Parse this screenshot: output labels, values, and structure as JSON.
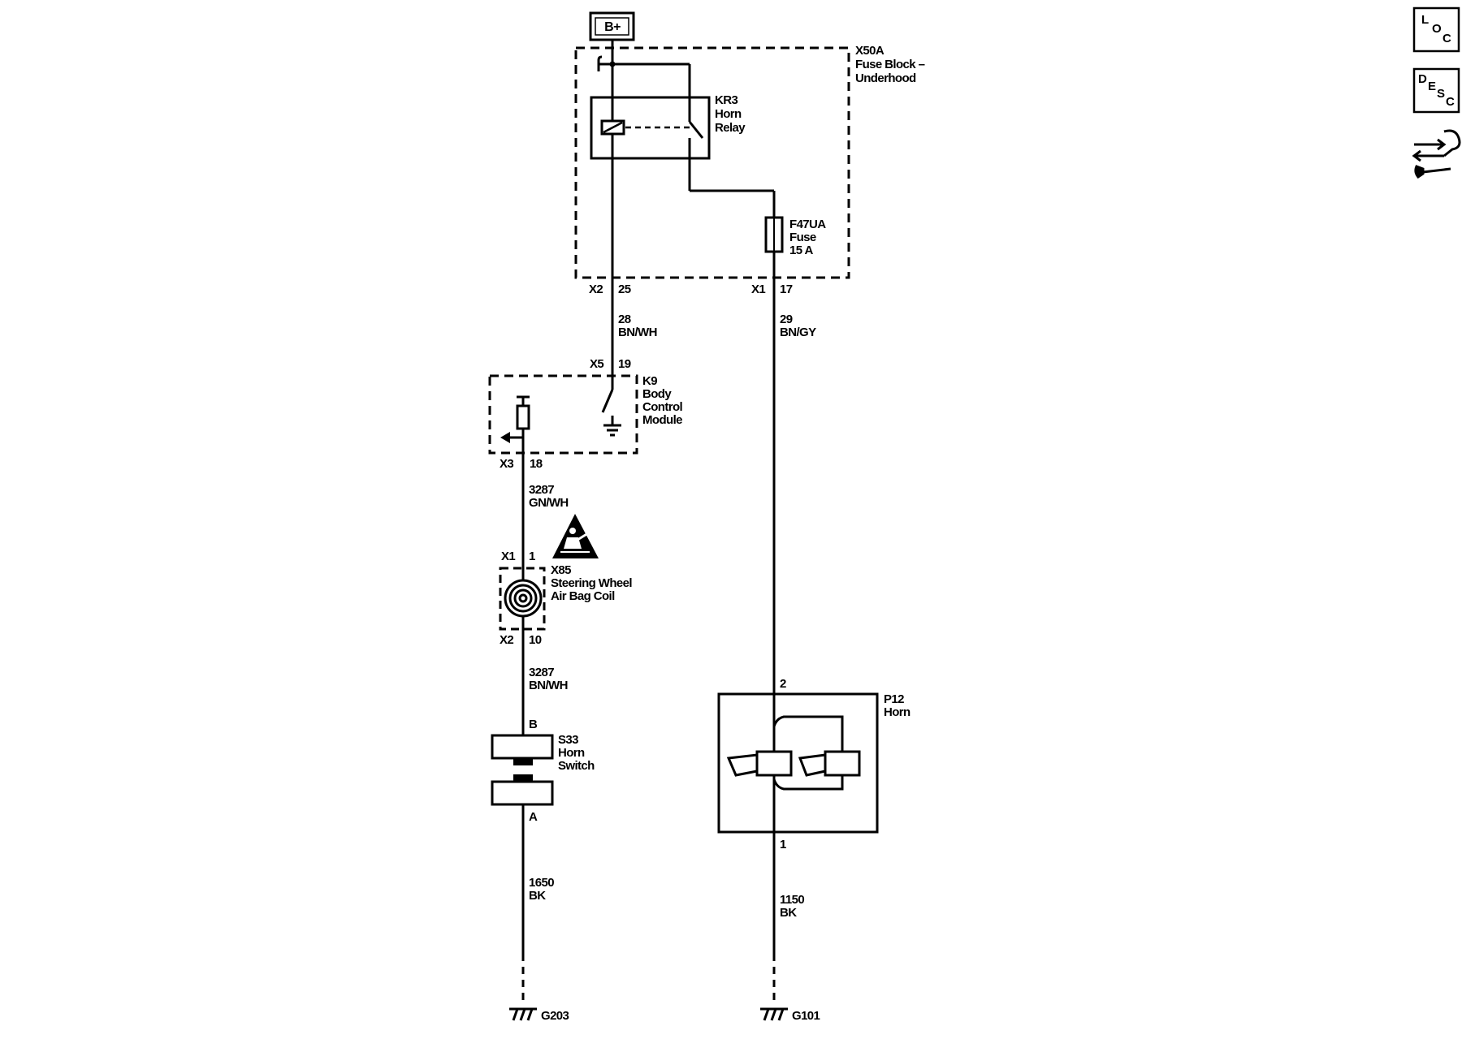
{
  "power_source": "B+",
  "fuse_block": {
    "id": "X50A",
    "name_line1": "Fuse Block –",
    "name_line2": "Underhood"
  },
  "relay": {
    "id": "KR3",
    "name_line1": "Horn",
    "name_line2": "Relay"
  },
  "fuse": {
    "id": "F47UA",
    "name": "Fuse",
    "rating": "15 A"
  },
  "connectors": {
    "fb_x2": {
      "conn": "X2",
      "pin": "25"
    },
    "fb_x1": {
      "conn": "X1",
      "pin": "17"
    },
    "bcm_x5": {
      "conn": "X5",
      "pin": "19"
    },
    "bcm_x3": {
      "conn": "X3",
      "pin": "18"
    },
    "coil_x1": {
      "conn": "X1",
      "pin": "1"
    },
    "coil_x2": {
      "conn": "X2",
      "pin": "10"
    }
  },
  "wires": {
    "w28": {
      "circuit": "28",
      "color": "BN/WH"
    },
    "w29": {
      "circuit": "29",
      "color": "BN/GY"
    },
    "w3287a": {
      "circuit": "3287",
      "color": "GN/WH"
    },
    "w3287b": {
      "circuit": "3287",
      "color": "BN/WH"
    },
    "w1650": {
      "circuit": "1650",
      "color": "BK"
    },
    "w1150": {
      "circuit": "1150",
      "color": "BK"
    }
  },
  "bcm": {
    "id": "K9",
    "name_line1": "Body",
    "name_line2": "Control",
    "name_line3": "Module"
  },
  "airbag_coil": {
    "id": "X85",
    "name_line1": "Steering Wheel",
    "name_line2": "Air Bag Coil"
  },
  "horn_switch": {
    "id": "S33",
    "name_line1": "Horn",
    "name_line2": "Switch",
    "pin_top": "B",
    "pin_bottom": "A"
  },
  "horn": {
    "id": "P12",
    "name": "Horn",
    "pin_top": "2",
    "pin_bottom": "1"
  },
  "grounds": {
    "left": "G203",
    "right": "G101"
  },
  "nav": {
    "loc": {
      "c1": "L",
      "c2": "O",
      "c3": "C"
    },
    "desc": {
      "c1": "D",
      "c2": "E",
      "c3": "S",
      "c4": "C"
    },
    "icon": "connector-wrench-icon"
  },
  "colors": {
    "line": "#000000",
    "background": "#ffffff"
  }
}
